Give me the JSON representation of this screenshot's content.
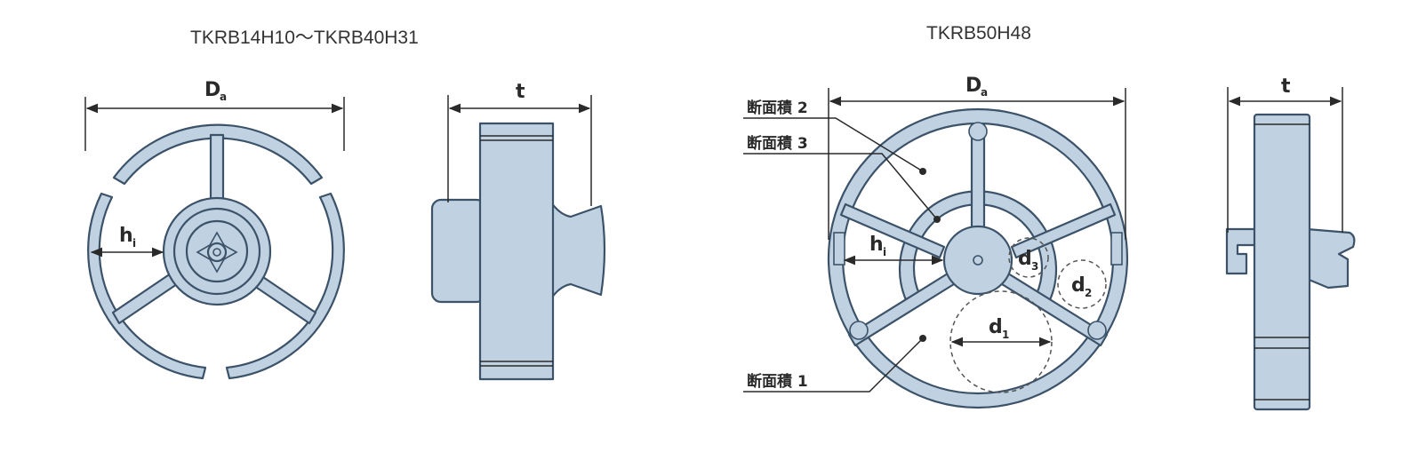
{
  "titles": {
    "left": "TKRB14H10～TKRB40H31",
    "right": "TKRB50H48"
  },
  "dimensions": {
    "Da": {
      "main": "D",
      "sub": "a"
    },
    "t": "t",
    "hi": {
      "main": "h",
      "sub": "i"
    },
    "d1": {
      "main": "d",
      "sub": "1"
    },
    "d2": {
      "main": "d",
      "sub": "2"
    },
    "d3": {
      "main": "d",
      "sub": "3"
    }
  },
  "section_labels": {
    "area1": "断面積 1",
    "area2": "断面積 2",
    "area3": "断面積 3"
  },
  "colors": {
    "part_fill": "#c0d2e2",
    "part_outline": "#3b5269",
    "dimension_line": "#2a2a2a"
  }
}
